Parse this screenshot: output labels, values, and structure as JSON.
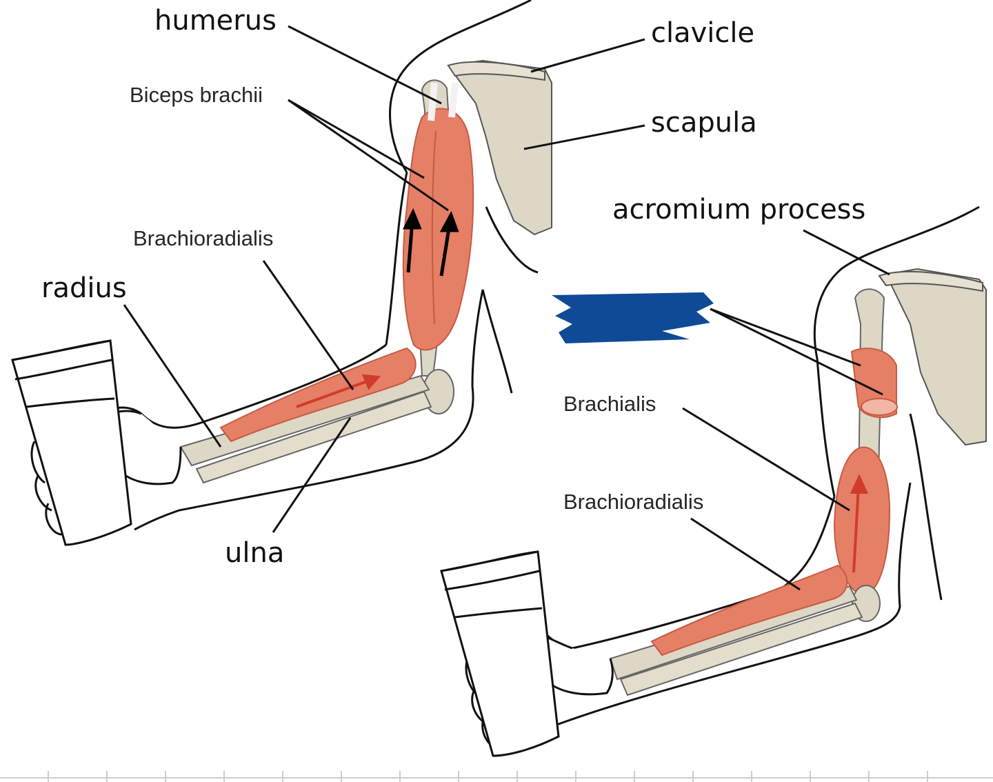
{
  "labels": {
    "humerus": "humerus",
    "clavicle": "clavicle",
    "scapula": "scapula",
    "biceps_brachii": "Biceps brachii",
    "acromium_process": "acromium process",
    "brachioradialis_left": "Brachioradialis",
    "radius": "radius",
    "ulna": "ulna",
    "brachialis": "Brachialis",
    "brachioradialis_right": "Brachioradialis"
  },
  "colors": {
    "muscle": "#e57f66",
    "muscle_dark": "#c65a44",
    "bone": "#ddd7c5",
    "outline": "#111111",
    "redaction": "#0f4a97",
    "arrow_black": "#000000",
    "arrow_red": "#d23b2a"
  }
}
